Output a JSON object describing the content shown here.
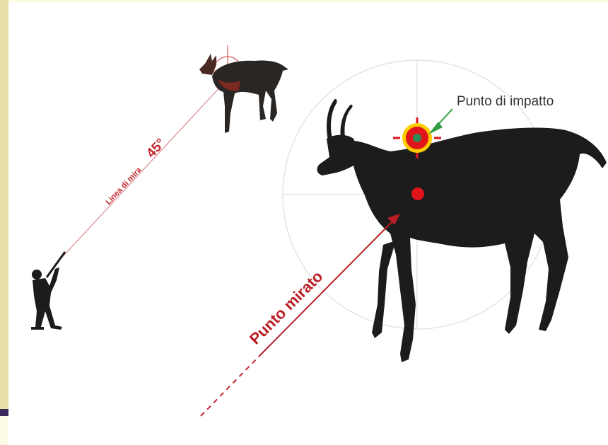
{
  "labels": {
    "impact_point": "Punto di impatto",
    "aimed_point": "Punto mirato",
    "line_of_sight": "Linea di mira",
    "angle": "45°"
  },
  "colors": {
    "background": "#ffffff",
    "strip": "#e6e0a8",
    "accent_red": "#c0242b",
    "impact_ring": "#ffcc00",
    "impact_center": "#2e8b57",
    "pointer_green": "#2e9e3e",
    "animal": "#1c1c1c"
  },
  "icons": [
    "hunter-silhouette",
    "chamois-small",
    "chamois-large",
    "crosshair-icon",
    "impact-target-icon"
  ]
}
